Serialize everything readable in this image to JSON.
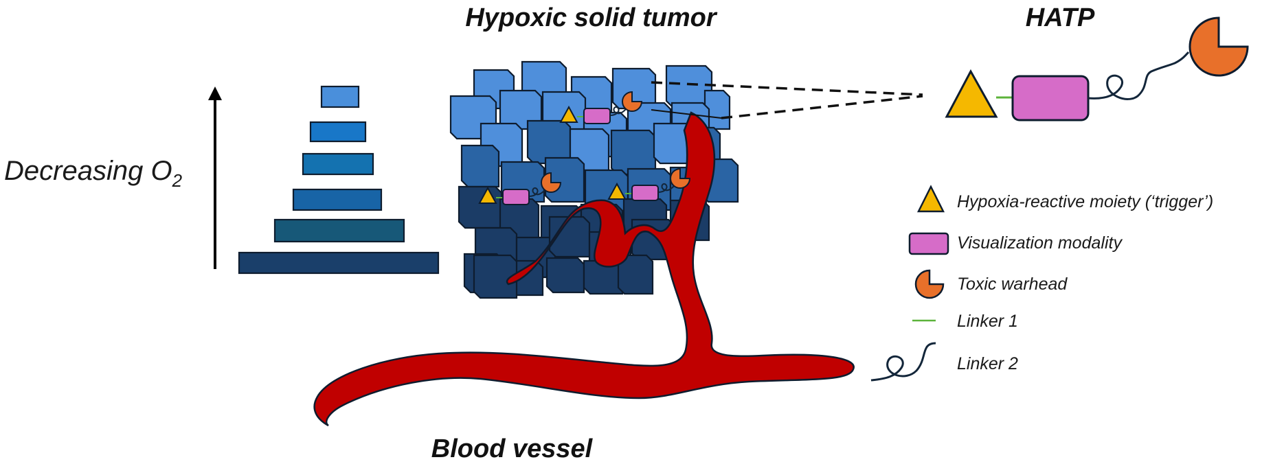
{
  "titles": {
    "tumor": "Hypoxic solid tumor",
    "hatp": "HATP",
    "vessel": "Blood vessel"
  },
  "gradient_label": {
    "text": "Decreasing O",
    "subscript": "2"
  },
  "legend": {
    "items": [
      {
        "symbol": "trigger",
        "label": "Hypoxia-reactive moiety (‘trigger’)"
      },
      {
        "symbol": "visualization",
        "label": "Visualization modality"
      },
      {
        "symbol": "warhead",
        "label": "Toxic warhead"
      },
      {
        "symbol": "linker1",
        "label": "Linker 1"
      },
      {
        "symbol": "linker2",
        "label": "Linker 2"
      }
    ]
  },
  "colors": {
    "trigger": "#f5b800",
    "visualization": "#d66cc8",
    "warhead": "#e8702a",
    "linker1": "#5cb33a",
    "linker2": "#13263a",
    "vessel": "#c00000",
    "cell_light": "#4f8fdb",
    "cell_mid": "#2a64a4",
    "cell_dark": "#1b3c66",
    "outline": "#0e1c2e"
  },
  "pyramid_levels": [
    {
      "color": "#4a8fdb"
    },
    {
      "color": "#1877c8"
    },
    {
      "color": "#1472b0"
    },
    {
      "color": "#1864a6"
    },
    {
      "color": "#175878"
    },
    {
      "color": "#1a3f6a"
    }
  ]
}
